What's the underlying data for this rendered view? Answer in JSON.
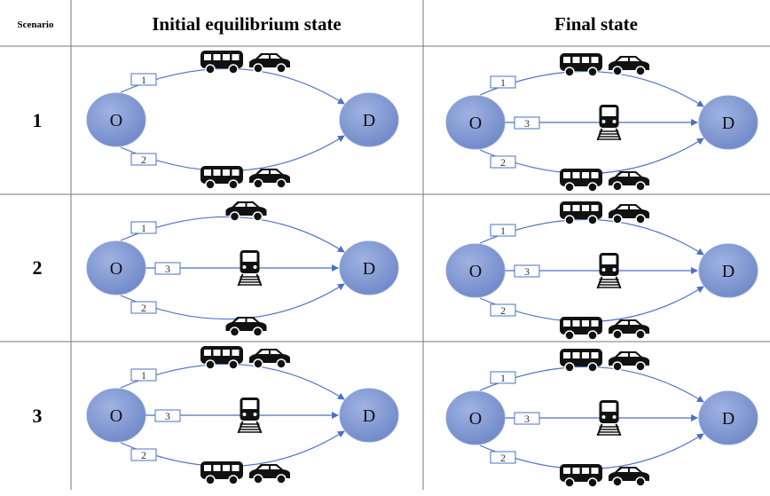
{
  "header": {
    "scenario": "Scenario",
    "initial": "Initial equilibrium state",
    "final": "Final state"
  },
  "rows": [
    {
      "scenario": "1",
      "initial": {
        "route1": [
          "bus",
          "car"
        ],
        "route3": [],
        "route2": [
          "bus",
          "car"
        ]
      },
      "final": {
        "route1": [
          "bus",
          "car"
        ],
        "route3": [
          "train"
        ],
        "route2": [
          "bus",
          "car"
        ]
      }
    },
    {
      "scenario": "2",
      "initial": {
        "route1": [
          "car"
        ],
        "route3": [
          "train"
        ],
        "route2": [
          "car"
        ]
      },
      "final": {
        "route1": [
          "bus",
          "car"
        ],
        "route3": [
          "train"
        ],
        "route2": [
          "bus",
          "car"
        ]
      }
    },
    {
      "scenario": "3",
      "initial": {
        "route1": [
          "bus",
          "car"
        ],
        "route3": [
          "train"
        ],
        "route2": [
          "bus",
          "car"
        ]
      },
      "final": {
        "route1": [
          "bus",
          "car"
        ],
        "route3": [
          "train"
        ],
        "route2": [
          "bus",
          "car"
        ]
      }
    }
  ],
  "nodes": {
    "origin": "O",
    "destination": "D"
  },
  "routes": {
    "r1": "1",
    "r2": "2",
    "r3": "3"
  },
  "colors": {
    "node": "#7d95cf",
    "edge": "#4a72c4",
    "icon": "#111111",
    "grid": "#777777"
  }
}
